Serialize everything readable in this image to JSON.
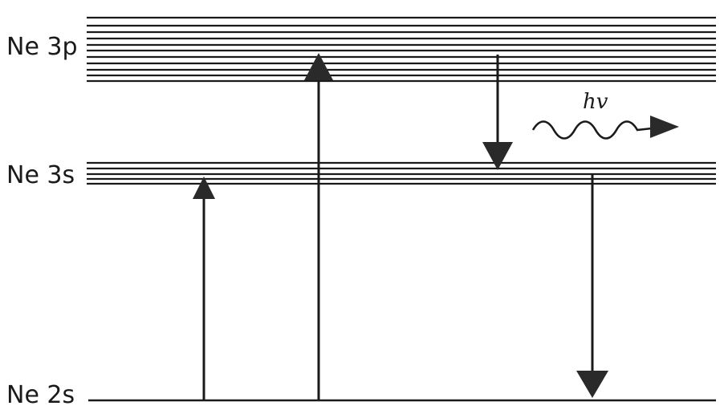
{
  "levels": {
    "ne3p": {
      "label": "Ne 3p"
    },
    "ne3s": {
      "label": "Ne 3s"
    },
    "ne2s": {
      "label": "Ne 2s"
    }
  },
  "photon": {
    "label": "hv"
  }
}
